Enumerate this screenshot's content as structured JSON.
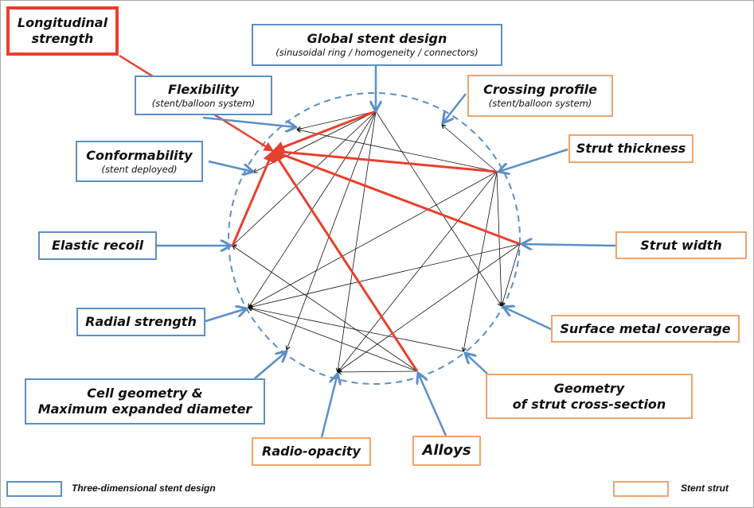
{
  "colors": {
    "three_dimensional": "#5b8fc6",
    "strut": "#f0a46e",
    "highlight": "#e8402e",
    "link": "#111111",
    "circle": "#5b8fc6"
  },
  "nodes": {
    "longitudinal": {
      "title": "Longitudinal strength",
      "line1": "Longitudinal",
      "line2": "strength"
    },
    "global": {
      "title": "Global stent design",
      "sub": "(sinusoidal ring / homogeneity / connectors)"
    },
    "flexibility": {
      "title": "Flexibility",
      "sub": "(stent/balloon system)"
    },
    "crossing": {
      "title": "Crossing profile",
      "sub": "(stent/balloon system)"
    },
    "conformability": {
      "title": "Conformability",
      "sub": "(stent deployed)"
    },
    "strut_thickness": {
      "title": "Strut thickness"
    },
    "elastic_recoil": {
      "title": "Elastic recoil"
    },
    "strut_width": {
      "title": "Strut width"
    },
    "radial_strength": {
      "title": "Radial strength"
    },
    "surface_metal": {
      "title": "Surface metal coverage"
    },
    "cell_geometry": {
      "line1": "Cell geometry &",
      "line2": "Maximum expanded diameter"
    },
    "geometry_strut": {
      "line1": "Geometry",
      "line2": "of strut cross-section"
    },
    "radio_opacity": {
      "title": "Radio-opacity"
    },
    "alloys": {
      "title": "Alloys"
    }
  },
  "legend": {
    "three_dimensional": "Three-dimensional stent design",
    "strut": "Stent strut"
  }
}
